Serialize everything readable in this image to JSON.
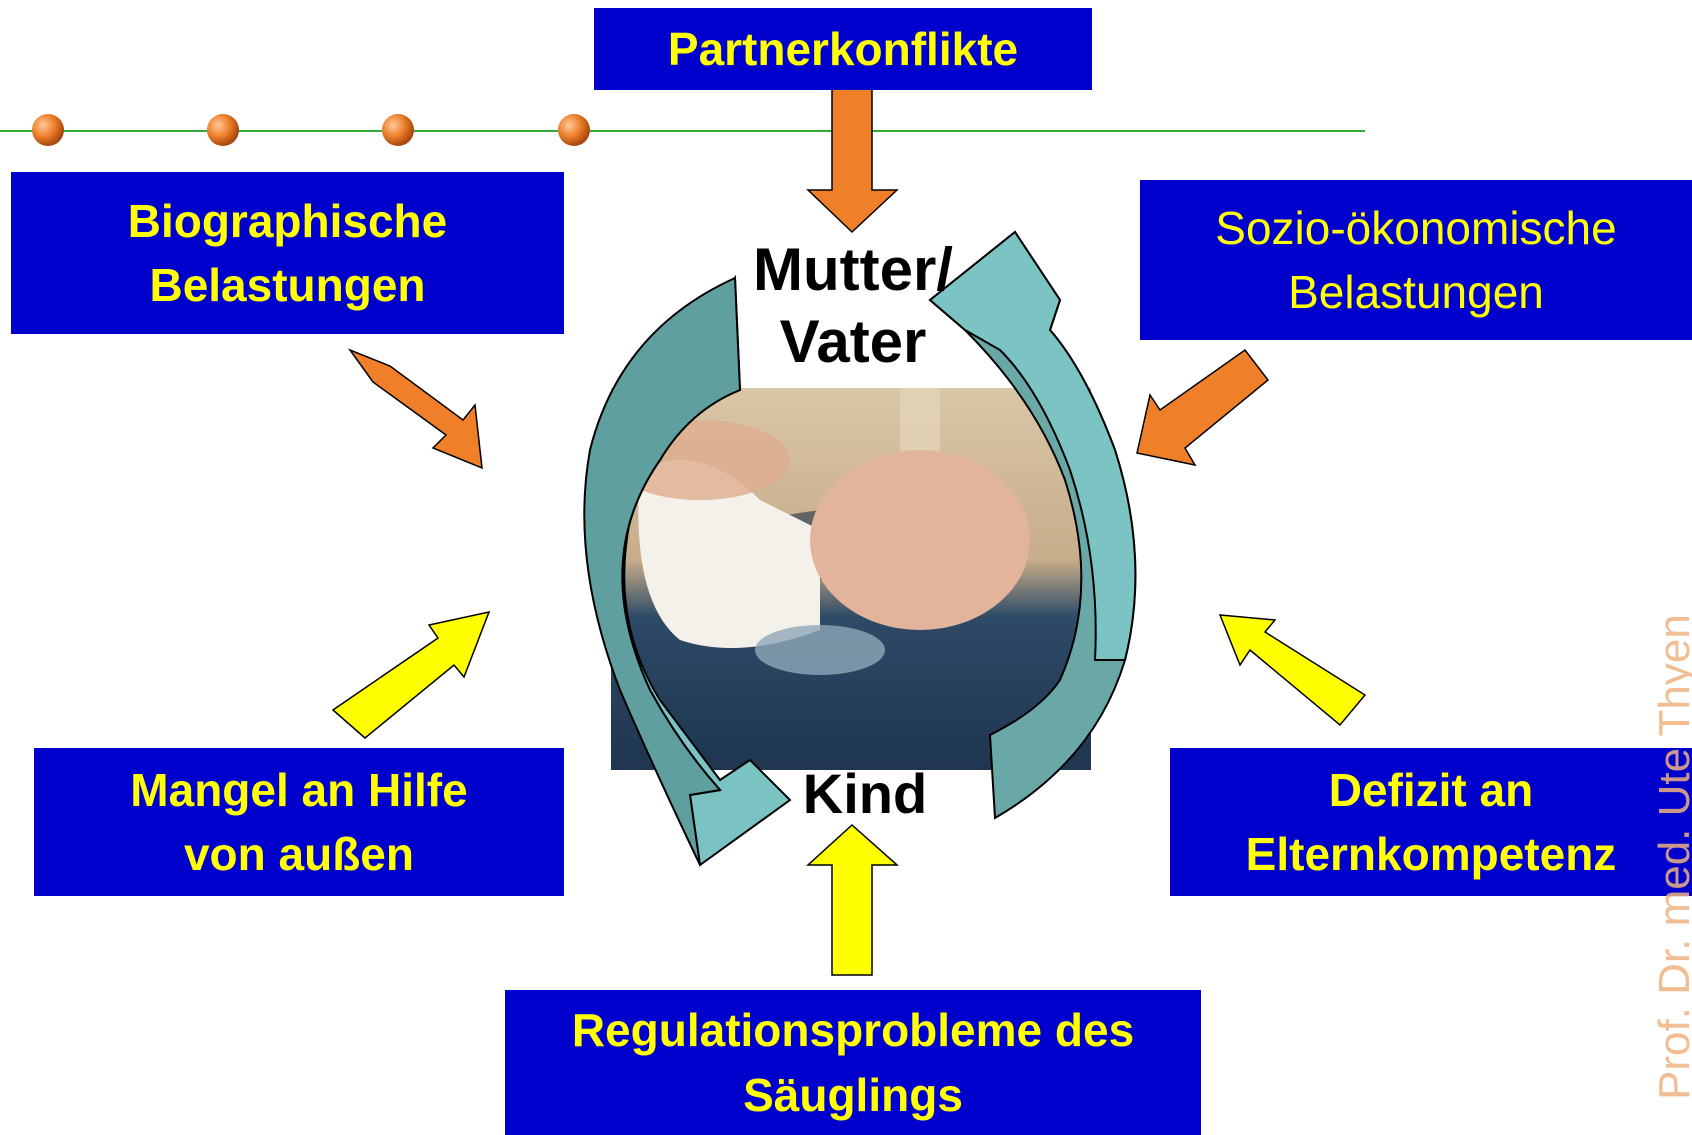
{
  "boxes": {
    "partner": "Partnerkonflikte",
    "biographic": "Biographische\nBelastungen",
    "socio": "Sozio-ökonomische\nBelastungen",
    "help": "Mangel an Hilfe\nvon außen",
    "competence": "Defizit an\nElternkompetenz",
    "regulation": "Regulationsprobleme des\nSäuglings"
  },
  "center": {
    "parent_label": "Mutter/\nVater",
    "child_label": "Kind"
  },
  "watermark": "Prof. Dr. med. Ute Thyen",
  "colors": {
    "box_fill": "#0000cc",
    "box_text": "#ffff00",
    "arrow_orange": "#f07f2a",
    "arrow_yellow": "#ffff00",
    "cycle_arrow": "#7bbfbf",
    "line": "#33aa33",
    "dot": "#e8772a"
  }
}
